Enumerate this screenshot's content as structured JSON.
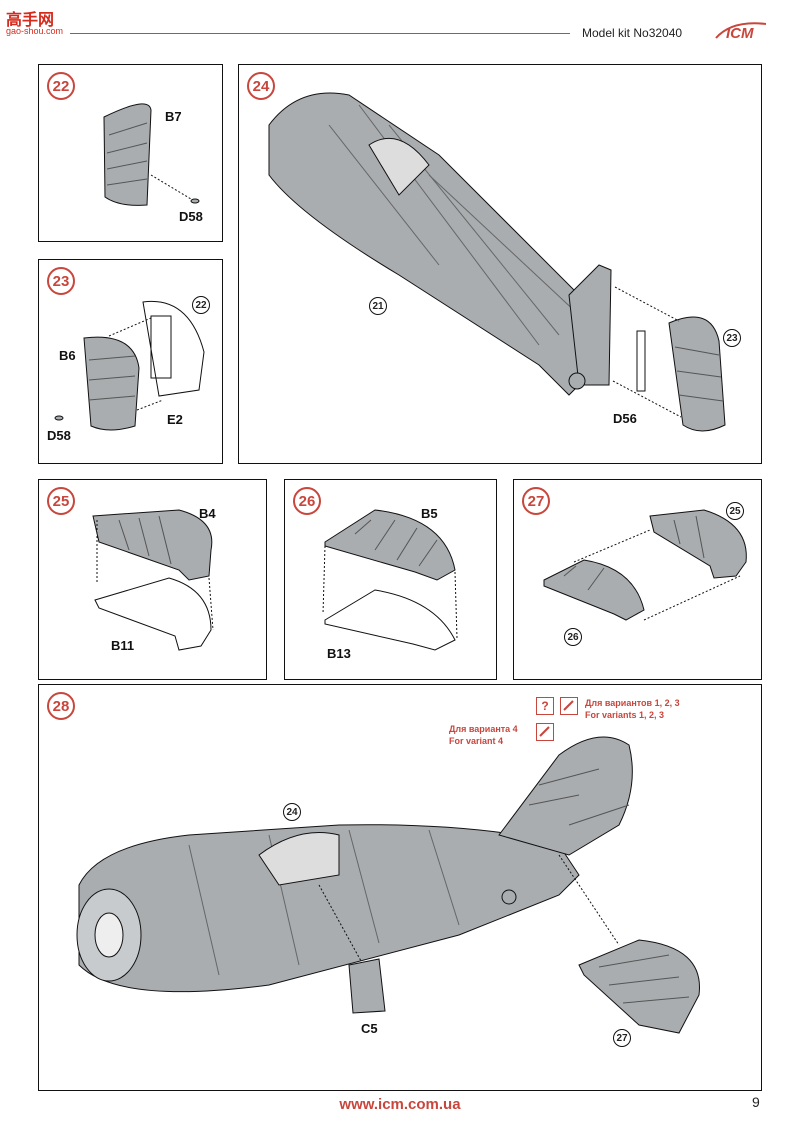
{
  "watermark": {
    "logo": "高手网",
    "sub": "gao-shou.com"
  },
  "header": {
    "title": "Model kit No32040",
    "brand": "ICM"
  },
  "steps": {
    "s22": {
      "number": "22",
      "parts": [
        "B7",
        "D58"
      ]
    },
    "s23": {
      "number": "23",
      "parts": [
        "B6",
        "D58",
        "E2"
      ],
      "ref": "22"
    },
    "s24": {
      "number": "24",
      "parts": [
        "D56"
      ],
      "refs": [
        "21",
        "23"
      ]
    },
    "s25": {
      "number": "25",
      "parts": [
        "B4",
        "B11"
      ]
    },
    "s26": {
      "number": "26",
      "parts": [
        "B5",
        "B13"
      ]
    },
    "s27": {
      "number": "27",
      "refs": [
        "25",
        "26"
      ]
    },
    "s28": {
      "number": "28",
      "parts": [
        "C5"
      ],
      "refs": [
        "24",
        "27"
      ],
      "note_variants_123_ru": "Для вариантов 1, 2, 3",
      "note_variants_123_en": "For variants 1, 2, 3",
      "note_variant_4_ru": "Для варианта 4",
      "note_variant_4_en": "For variant 4",
      "question_icon": "?"
    }
  },
  "footer": {
    "url": "www.icm.com.ua",
    "page": "9"
  },
  "colors": {
    "accent": "#c8463c",
    "part_fill": "#a9adb0",
    "line": "#111111"
  }
}
